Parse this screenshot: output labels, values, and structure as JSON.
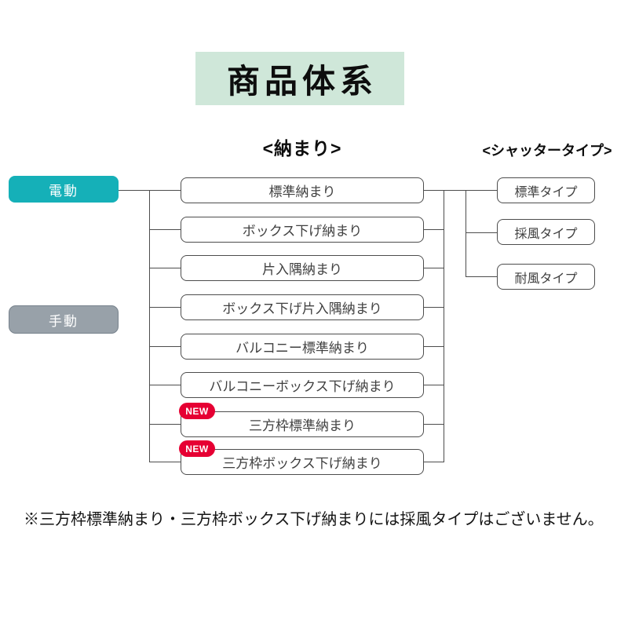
{
  "title": "商品体系",
  "column_headers": {
    "osamari": "<納まり>",
    "shutter_type": "<シャッタータイプ>"
  },
  "drive_types": [
    {
      "label": "電動"
    },
    {
      "label": "手動"
    }
  ],
  "badge_label": "NEW",
  "osamari_items": [
    {
      "label": "標準納まり",
      "is_new": false
    },
    {
      "label": "ボックス下げ納まり",
      "is_new": false
    },
    {
      "label": "片入隅納まり",
      "is_new": false
    },
    {
      "label": "ボックス下げ片入隅納まり",
      "is_new": false
    },
    {
      "label": "バルコニー標準納まり",
      "is_new": false
    },
    {
      "label": "バルコニーボックス下げ納まり",
      "is_new": false
    },
    {
      "label": "三方枠標準納まり",
      "is_new": true
    },
    {
      "label": "三方枠ボックス下げ納まり",
      "is_new": true
    }
  ],
  "shutter_types": [
    {
      "label": "標準タイプ"
    },
    {
      "label": "採風タイプ"
    },
    {
      "label": "耐風タイプ"
    }
  ],
  "note": "※三方枠標準納まり・三方枠ボックス下げ納まりには採風タイプはございません。",
  "colors": {
    "electric_teal": "#15b0b8",
    "manual_gray": "#98a1a9",
    "badge_red": "#e60033",
    "title_bg": "#cfe7d9"
  }
}
